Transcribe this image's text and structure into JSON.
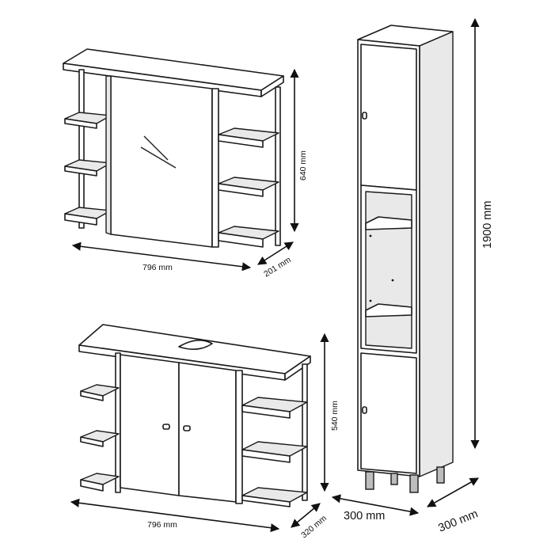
{
  "diagram": {
    "mirror_cabinet": {
      "width_label": "796 mm",
      "height_label": "640 mm",
      "depth_label": "201 mm"
    },
    "vanity_unit": {
      "width_label": "796 mm",
      "height_label": "540 mm",
      "depth_label": "320 mm"
    },
    "tall_cabinet": {
      "height_label": "1900 mm",
      "width_label": "300 mm",
      "depth_label": "300 mm"
    },
    "colors": {
      "line": "#1a1a1a",
      "face": "#ffffff",
      "shade": "#e9e9e9"
    }
  }
}
